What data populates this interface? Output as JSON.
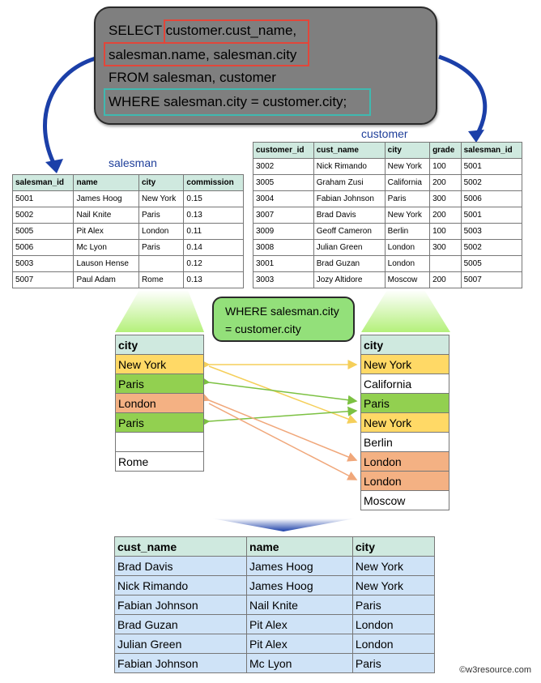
{
  "query": {
    "line1_kw": "SELECT",
    "line1_rest": "customer.cust_name,",
    "line2": "salesman.name, salesman.city",
    "line3": "FROM salesman, customer",
    "line4": "WHERE salesman.city = customer.city;"
  },
  "colors": {
    "yellow": "#ffd966",
    "green": "#92d050",
    "orange": "#f4b183",
    "header": "#cfe9df",
    "result_cell": "#cfe3f7"
  },
  "salesman": {
    "title": "salesman",
    "headers": [
      "salesman_id",
      "name",
      "city",
      "commission"
    ],
    "rows": [
      [
        "5001",
        "James Hoog",
        "New York",
        "0.15"
      ],
      [
        "5002",
        "Nail Knite",
        "Paris",
        "0.13"
      ],
      [
        "5005",
        "Pit Alex",
        "London",
        "0.11"
      ],
      [
        "5006",
        "Mc Lyon",
        "Paris",
        "0.14"
      ],
      [
        "5003",
        "Lauson Hense",
        "",
        "0.12"
      ],
      [
        "5007",
        "Paul Adam",
        "Rome",
        "0.13"
      ]
    ]
  },
  "customer": {
    "title": "customer",
    "headers": [
      "customer_id",
      "cust_name",
      "city",
      "grade",
      "salesman_id"
    ],
    "rows": [
      [
        "3002",
        "Nick Rimando",
        "New York",
        "100",
        "5001"
      ],
      [
        "3005",
        "Graham Zusi",
        "California",
        "200",
        "5002"
      ],
      [
        "3004",
        "Fabian Johnson",
        "Paris",
        "300",
        "5006"
      ],
      [
        "3007",
        "Brad Davis",
        "New York",
        "200",
        "5001"
      ],
      [
        "3009",
        "Geoff Cameron",
        "Berlin",
        "100",
        "5003"
      ],
      [
        "3008",
        "Julian Green",
        "London",
        "300",
        "5002"
      ],
      [
        "3001",
        "Brad Guzan",
        "London",
        "",
        "5005"
      ],
      [
        "3003",
        "Jozy Altidore",
        "Moscow",
        "200",
        "5007"
      ]
    ]
  },
  "where_bubble": {
    "line1": "WHERE salesman.city",
    "line2": "= customer.city"
  },
  "salesman_city": {
    "header": "city",
    "cells": [
      {
        "text": "New York",
        "hl": "yellow"
      },
      {
        "text": "Paris",
        "hl": "green"
      },
      {
        "text": "London",
        "hl": "orange"
      },
      {
        "text": "Paris",
        "hl": "green"
      },
      {
        "text": "",
        "hl": ""
      },
      {
        "text": "Rome",
        "hl": ""
      }
    ]
  },
  "customer_city": {
    "header": "city",
    "cells": [
      {
        "text": "New York",
        "hl": "yellow"
      },
      {
        "text": "California",
        "hl": ""
      },
      {
        "text": "Paris",
        "hl": "green"
      },
      {
        "text": "New York",
        "hl": "yellow"
      },
      {
        "text": "Berlin",
        "hl": ""
      },
      {
        "text": "London",
        "hl": "orange"
      },
      {
        "text": "London",
        "hl": "orange"
      },
      {
        "text": "Moscow",
        "hl": ""
      }
    ]
  },
  "result": {
    "headers": [
      "cust_name",
      "name",
      "city"
    ],
    "rows": [
      [
        "Brad Davis",
        "James Hoog",
        "New York"
      ],
      [
        "Nick Rimando",
        "James Hoog",
        "New York"
      ],
      [
        "Fabian Johnson",
        "Nail Knite",
        "Paris"
      ],
      [
        "Brad Guzan",
        "Pit Alex",
        "London"
      ],
      [
        "Julian Green",
        "Pit Alex",
        "London"
      ],
      [
        "Fabian Johnson",
        "Mc Lyon",
        "Paris"
      ]
    ]
  },
  "watermark": "©w3resource.com"
}
